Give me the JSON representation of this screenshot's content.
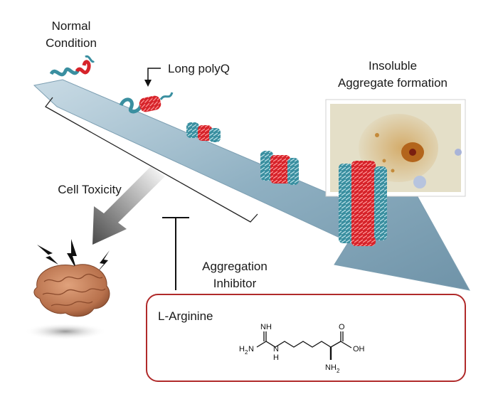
{
  "labels": {
    "normal_line1": "Normal",
    "normal_line2": "Condition",
    "long_polyq": "Long polyQ",
    "insoluble_line1": "Insoluble",
    "insoluble_line2": "Aggregate formation",
    "cell_toxicity": "Cell Toxicity",
    "inhibitor_line1": "Aggregation",
    "inhibitor_line2": "Inhibitor",
    "compound_name": "L-Arginine"
  },
  "structure": {
    "h2n_main": "H",
    "h2n_sub": "2",
    "h2n_n": "N",
    "nh_imine": "NH",
    "nh_link_n": "N",
    "nh_link_h": "H",
    "oh": "OH",
    "o": "O",
    "nh2_n": "NH",
    "nh2_sub": "2"
  },
  "colors": {
    "arrow_fill": "#8fb0c2",
    "helix_teal": "#3a8fa0",
    "helix_red": "#d6232a",
    "inhibitor_border": "#b02a2a",
    "brain": "#c9825a",
    "micrograph_bg": "#e4dfc8"
  },
  "icons": [
    "arrow-down-icon",
    "inhibition-t-icon",
    "lightning-icon",
    "brain-icon"
  ]
}
